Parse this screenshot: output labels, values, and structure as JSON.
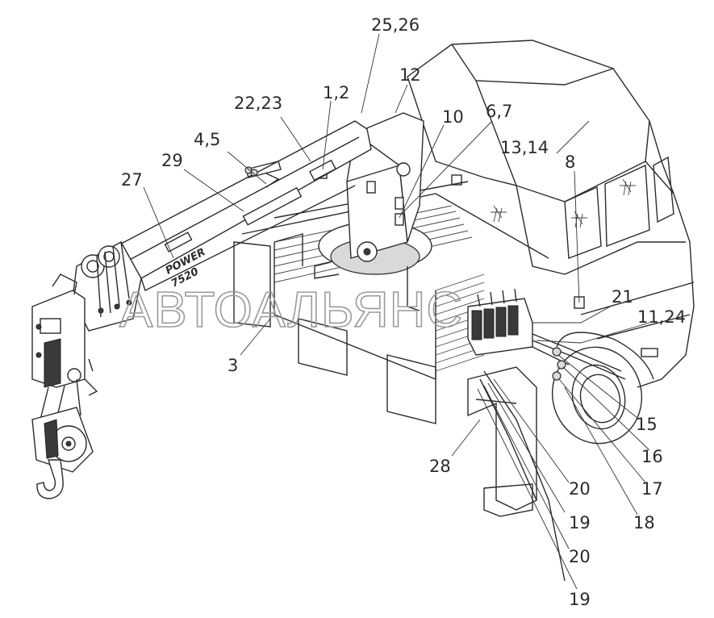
{
  "callouts": [
    {
      "id": "c25_26",
      "label": "25,26"
    },
    {
      "id": "c12",
      "label": "12"
    },
    {
      "id": "c22_23",
      "label": "22,23"
    },
    {
      "id": "c1_2",
      "label": "1,2"
    },
    {
      "id": "c10",
      "label": "10"
    },
    {
      "id": "c6_7",
      "label": "6,7"
    },
    {
      "id": "c4_5",
      "label": "4,5"
    },
    {
      "id": "c13_14",
      "label": "13,14"
    },
    {
      "id": "c8",
      "label": "8"
    },
    {
      "id": "c29",
      "label": "29"
    },
    {
      "id": "c27",
      "label": "27"
    },
    {
      "id": "c21",
      "label": "21"
    },
    {
      "id": "c11_24",
      "label": "11,24"
    },
    {
      "id": "c3",
      "label": "3"
    },
    {
      "id": "c15",
      "label": "15"
    },
    {
      "id": "c16",
      "label": "16"
    },
    {
      "id": "c28",
      "label": "28"
    },
    {
      "id": "c17",
      "label": "17"
    },
    {
      "id": "c20a",
      "label": "20"
    },
    {
      "id": "c18",
      "label": "18"
    },
    {
      "id": "c19a",
      "label": "19"
    },
    {
      "id": "c20b",
      "label": "20"
    },
    {
      "id": "c19b",
      "label": "19"
    }
  ],
  "watermark": "АВТОАЛЬЯНС",
  "boom_logo": "POWER",
  "boom_model": "7520"
}
